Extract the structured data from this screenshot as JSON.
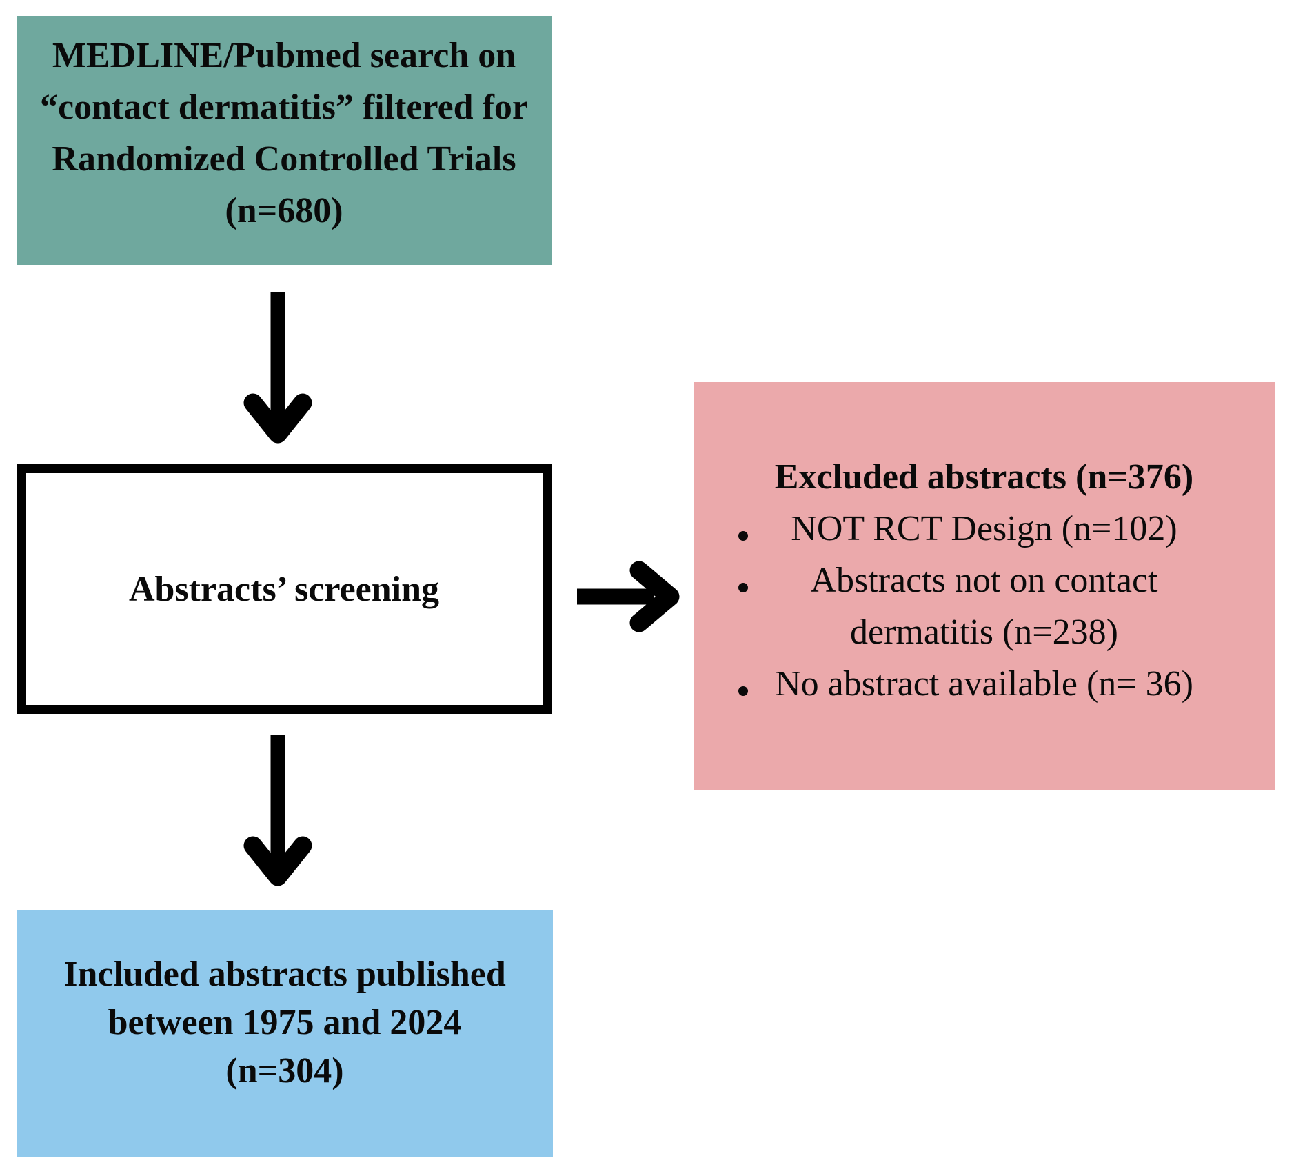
{
  "flowchart": {
    "search_box": {
      "lines": [
        "MEDLINE/Pubmed search on",
        "“contact dermatitis” filtered for",
        "Randomized Controlled Trials",
        "(n=680)"
      ]
    },
    "screening_box": {
      "label": "Abstracts’ screening"
    },
    "excluded_box": {
      "title": "Excluded abstracts (n=376)",
      "bullet_1": "NOT RCT Design (n=102)",
      "bullet_2_line_1": "Abstracts not on contact",
      "bullet_2_line_2": "dermatitis (n=238)",
      "bullet_3": "No abstract available (n= 36)"
    },
    "included_box": {
      "lines": [
        "Included abstracts published",
        "between 1975 and 2024",
        "(n=304)"
      ]
    },
    "colors": {
      "search_bg": "#6FA89E",
      "excluded_bg": "#EBA9AB",
      "included_bg": "#90C9EC",
      "arrow": "#000000"
    }
  }
}
